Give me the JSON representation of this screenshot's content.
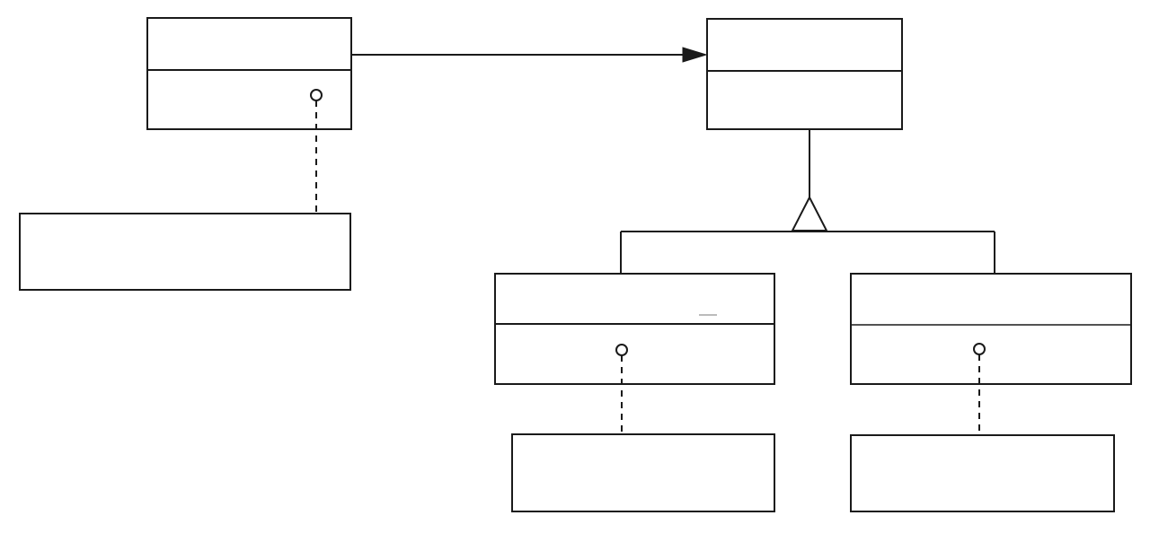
{
  "diagram": {
    "type": "uml-class-structure",
    "stroke_color": "#1a1a1a",
    "background_color": "#ffffff",
    "classes": [
      {
        "id": "class-top-left",
        "name": "",
        "operations": ""
      },
      {
        "id": "class-top-right",
        "name": "",
        "operations": ""
      },
      {
        "id": "class-bottom-middle",
        "name": "",
        "operations": ""
      },
      {
        "id": "class-bottom-right",
        "name": "",
        "operations": ""
      }
    ],
    "notes": [
      {
        "id": "note-left",
        "text": ""
      },
      {
        "id": "note-bottom-middle",
        "text": ""
      },
      {
        "id": "note-bottom-right",
        "text": ""
      }
    ],
    "relations": [
      {
        "type": "association",
        "from": "class-top-left",
        "to": "class-top-right",
        "arrow": "filled"
      },
      {
        "type": "generalization",
        "from": "class-bottom-middle",
        "to": "class-top-right"
      },
      {
        "type": "generalization",
        "from": "class-bottom-right",
        "to": "class-top-right"
      },
      {
        "type": "note-anchor",
        "from": "class-top-left",
        "to": "note-left"
      },
      {
        "type": "note-anchor",
        "from": "class-bottom-middle",
        "to": "note-bottom-middle"
      },
      {
        "type": "note-anchor",
        "from": "class-bottom-right",
        "to": "note-bottom-right"
      }
    ]
  }
}
